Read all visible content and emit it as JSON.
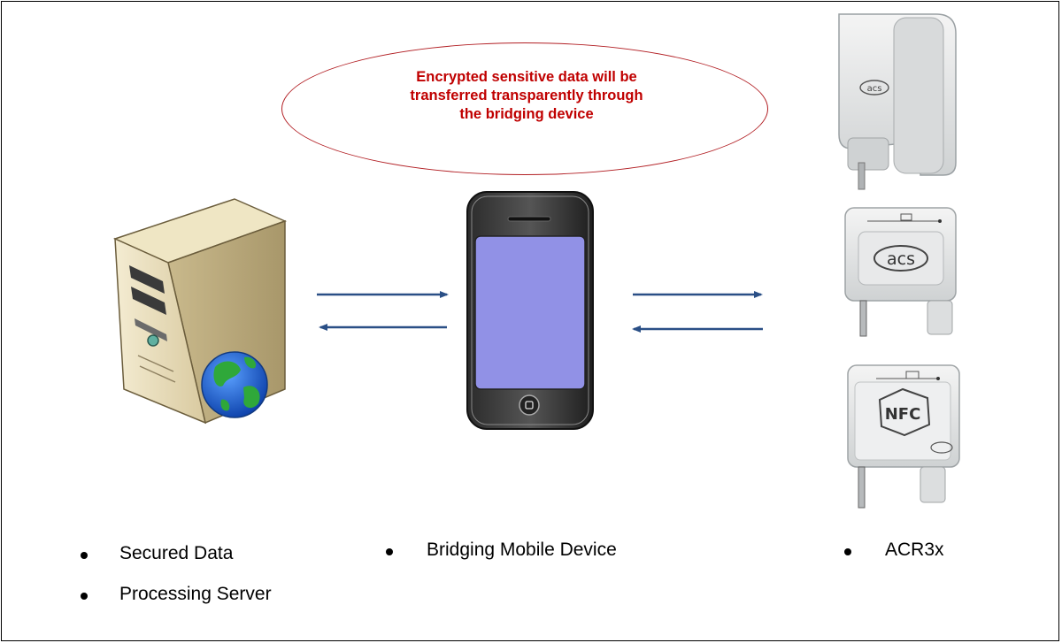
{
  "callout": {
    "lines": [
      "Encrypted sensitive data will be",
      "transferred transparently through",
      "the bridging device"
    ]
  },
  "readers": {
    "logo_text": "acs",
    "nfc_text": "NFC"
  },
  "labels": {
    "server": [
      "Secured Data",
      "Processing Server"
    ],
    "mobile": "Bridging Mobile Device",
    "reader": "ACR3x"
  },
  "colors": {
    "arrow": "#2a4f86",
    "callout": "#c00000",
    "phone_screen": "#9191e6"
  },
  "icons": [
    "server-icon",
    "globe-icon",
    "smartphone-icon",
    "card-reader-icon",
    "nfc-reader-icon"
  ]
}
